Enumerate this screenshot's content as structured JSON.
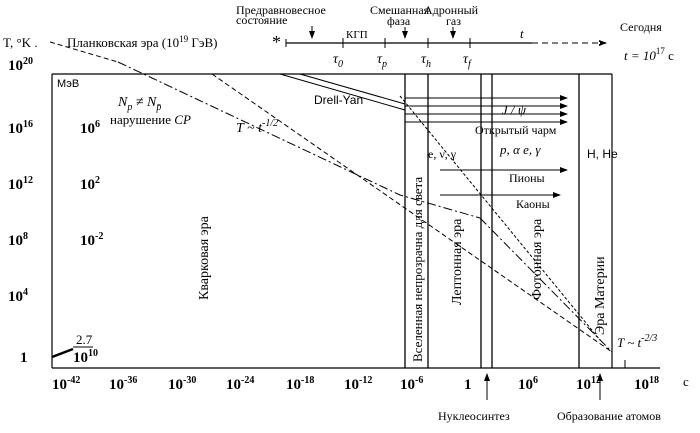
{
  "header": {
    "t_axis_label": "T, °K .",
    "planck_era": "Планковская эра (10",
    "planck_exp": "19",
    "planck_unit": " ГэВ)",
    "pre_equilibrium_1": "Предравновесное",
    "pre_equilibrium_2": "состояние",
    "mixed_phase_1": "Смешанная",
    "mixed_phase_2": "фаза",
    "hadron_gas_1": "Адронный",
    "hadron_gas_2": "газ",
    "today": "Сегодня",
    "today_t": "t = 10",
    "today_exp": "17",
    "today_unit": " c",
    "ktp": "КГП",
    "t_arrow": "t",
    "tau": [
      "τ",
      "τ",
      "τ",
      "τ"
    ],
    "tau_sub": [
      "0",
      "p",
      "h",
      "f"
    ]
  },
  "y_axis": {
    "temp_labels": [
      {
        "base": "10",
        "exp": "20"
      },
      {
        "base": "10",
        "exp": "16"
      },
      {
        "base": "10",
        "exp": "12"
      },
      {
        "base": "10",
        "exp": "8"
      },
      {
        "base": "10",
        "exp": "4"
      },
      {
        "base": "1",
        "exp": ""
      }
    ],
    "energy_unit": "МэВ",
    "energy_labels": [
      {
        "base": "10",
        "exp": "6"
      },
      {
        "base": "10",
        "exp": "2"
      },
      {
        "base": "10",
        "exp": "-2"
      }
    ],
    "cmb_num": "2.7",
    "cmb_den": "10",
    "cmb_exp": "10"
  },
  "x_axis": {
    "labels": [
      {
        "base": "10",
        "exp": "-42"
      },
      {
        "base": "10",
        "exp": "-36"
      },
      {
        "base": "10",
        "exp": "-30"
      },
      {
        "base": "10",
        "exp": "-24"
      },
      {
        "base": "10",
        "exp": "-18"
      },
      {
        "base": "10",
        "exp": "-12"
      },
      {
        "base": "10",
        "exp": "-6"
      },
      {
        "base": "1",
        "exp": ""
      },
      {
        "base": "10",
        "exp": "6"
      },
      {
        "base": "10",
        "exp": "12"
      },
      {
        "base": "10",
        "exp": "18"
      }
    ],
    "unit": "c",
    "nucleosynthesis": "Нуклеосинтез",
    "atom_formation": "Образование атомов"
  },
  "annotations": {
    "np_ne": "N",
    "np_sub1": "p",
    "np_mid": " ≠ N",
    "np_sub2": "p̄",
    "cp_violation": "нарушение",
    "cp": "CP",
    "t_law_1": "T ~ t",
    "t_law_1_exp": "-1/2",
    "drell_yan": "Drell-Yan",
    "jpsi": "J / ψ",
    "open_charm": "Открытый чарм",
    "e_nu_gamma": "e, ν, γ",
    "p_alpha": "p, α  e,  γ",
    "pions": "Пионы",
    "kaons": "Каоны",
    "h_he": "H, He",
    "t_law_2": "T ~ t",
    "t_law_2_exp": "-2/3"
  },
  "eras": {
    "quark": "Кварковая эра",
    "opaque": "Вселенная непрозрачна для света",
    "lepton": "Лептонная эра",
    "photon": "Фотонная эра",
    "matter": "Эра Материи"
  }
}
